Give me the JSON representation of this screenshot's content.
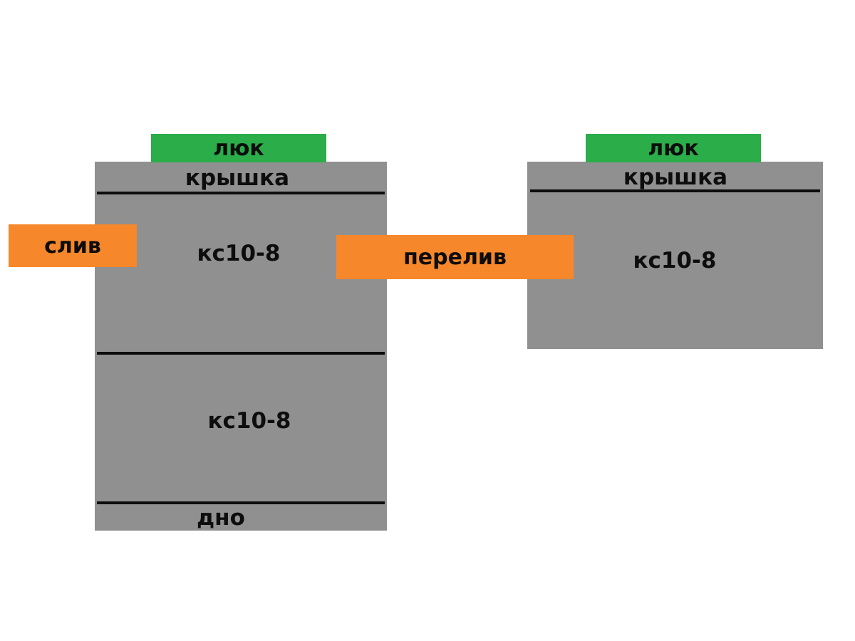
{
  "colors": {
    "gray": "#909090",
    "green": "#2bad4a",
    "orange": "#f6872a",
    "ink": "#0d0d0d",
    "background": "#ffffff"
  },
  "diagram": {
    "left_tank": {
      "hatch": "люк",
      "cover": "крышка",
      "ring_top": "кс10-8",
      "ring_bottom": "кс10-8",
      "bottom": "дно"
    },
    "right_tank": {
      "hatch": "люк",
      "cover": "крышка",
      "ring_top": "кс10-8"
    },
    "pipes": {
      "drain": "слив",
      "overflow": "перелив"
    }
  }
}
